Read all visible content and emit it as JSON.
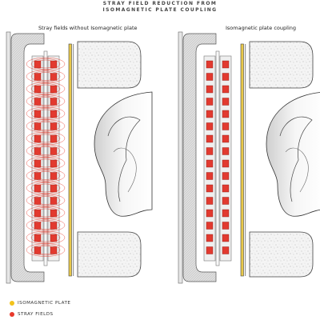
{
  "title": {
    "line1": "STRAY FIELD REDUCTION FROM",
    "line2": "ISOMAGNETIC PLATE COUPLING"
  },
  "panels": [
    {
      "label": "Stray fields without Isomagnetic plate",
      "stray_fields": true
    },
    {
      "label": "Isomagnetic plate coupling",
      "stray_fields": false
    }
  ],
  "legend": [
    {
      "label": "ISOMAGNETIC PLATE",
      "color": "#f2c21b",
      "icon": "yellow-dot-icon"
    },
    {
      "label": "STRAY FIELDS",
      "color": "#e8392b",
      "icon": "red-dot-icon"
    }
  ],
  "colors": {
    "housing": "#d9d9d9",
    "plate": "#e8c84a",
    "stray": "#e8392b",
    "magnet": "#e23a30",
    "foam": "#f2f2f2"
  }
}
